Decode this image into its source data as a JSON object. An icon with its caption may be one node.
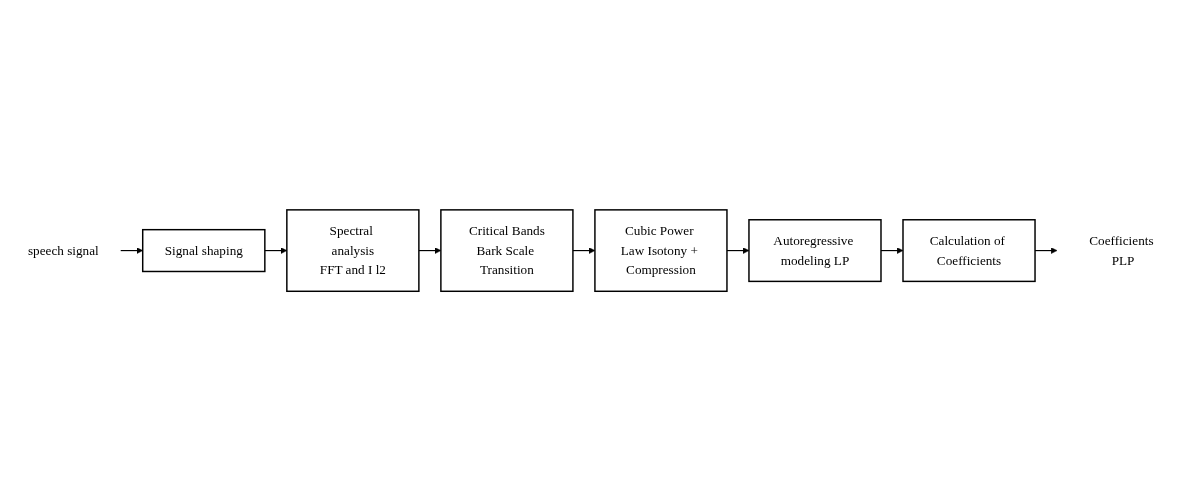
{
  "diagram": {
    "nodes": [
      {
        "text": [
          "speech signal"
        ]
      },
      {
        "text": [
          "Signal shaping"
        ]
      },
      {
        "text": [
          "Spectral analysis",
          "FFT and I l2"
        ]
      },
      {
        "text": [
          "Critical Bands",
          "Bark Scale Transition"
        ]
      },
      {
        "text": [
          "Coefficients PLP"
        ]
      },
      {
        "text": [
          "Calculation of Coefficients"
        ]
      },
      {
        "text": [
          "Autoregressive modeling LP"
        ]
      },
      {
        "text": [
          "Cubic Power Law Isotony + Compression"
        ]
      }
    ],
    "edges": [
      {
        "from": 0,
        "to": 1,
        "arrow": "to"
      },
      {
        "from": 1,
        "to": 2,
        "arrow": "to"
      },
      {
        "from": 2,
        "to": 3,
        "arrow": "to"
      },
      {
        "from": 3,
        "to": 7,
        "arrow": "to"
      },
      {
        "from": 7,
        "to": 6,
        "arrow": "to"
      },
      {
        "from": 6,
        "to": 5,
        "arrow": "to"
      },
      {
        "from": 5,
        "to": 4,
        "arrow": "to"
      }
    ]
  }
}
